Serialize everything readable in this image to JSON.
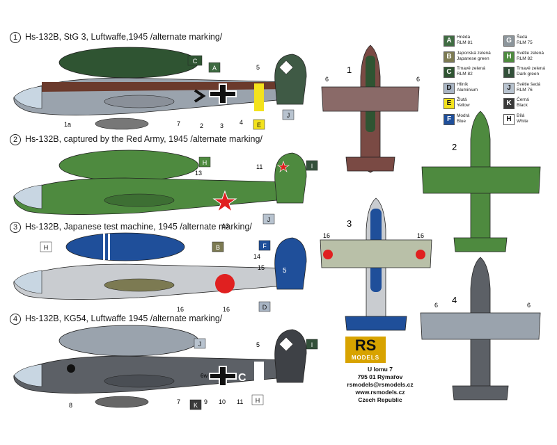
{
  "profiles": [
    {
      "num": "1",
      "title": "Hs-132B, StG 3, Luftwaffe,1945 /alternate marking/"
    },
    {
      "num": "2",
      "title": "Hs-132B, captured by the Red Army, 1945 /alternate marking/"
    },
    {
      "num": "3",
      "title": "Hs-132B, Japanese test machine, 1945 /alternate marking/"
    },
    {
      "num": "4",
      "title": "Hs-132B, KG54, Luftwaffe 1945 /alternate marking/"
    }
  ],
  "legend": [
    {
      "code": "A",
      "l1": "Hnědá",
      "l2": "RLM 81",
      "color": "#3f6b42"
    },
    {
      "code": "G",
      "l1": "Šedá",
      "l2": "RLM 75",
      "color": "#8c959b"
    },
    {
      "code": "B",
      "l1": "Japonská zelená",
      "l2": "Japanese green",
      "color": "#7c7a52"
    },
    {
      "code": "H",
      "l1": "Světle zelená",
      "l2": "RLM 82",
      "color": "#4e8a3f"
    },
    {
      "code": "C",
      "l1": "Tmavě zelená",
      "l2": "RLM 82",
      "color": "#2f5432"
    },
    {
      "code": "I",
      "l1": "Tmavě zelená",
      "l2": "Dark green",
      "color": "#33503a"
    },
    {
      "code": "D",
      "l1": "Hliník",
      "l2": "Aluminium",
      "color": "#a9b5c4"
    },
    {
      "code": "J",
      "l1": "Světle šedá",
      "l2": "RLM 76",
      "color": "#b8c3cf"
    },
    {
      "code": "E",
      "l1": "Žlutá",
      "l2": "Yellow",
      "color": "#f3e21c"
    },
    {
      "code": "K",
      "l1": "Černá",
      "l2": "Black",
      "color": "#3a3a3a"
    },
    {
      "code": "F",
      "l1": "Modrá",
      "l2": "Blue",
      "color": "#1f4f9a"
    },
    {
      "code": "H",
      "l1": "Bílá",
      "l2": "White",
      "color": "#ffffff"
    }
  ],
  "callouts": {
    "p1": [
      "1a",
      "2",
      "3",
      "4",
      "5",
      "6",
      "6",
      "7"
    ],
    "p2": [
      "11",
      "13",
      "13"
    ],
    "p3": [
      "14",
      "15",
      "16",
      "16",
      "16",
      "16"
    ],
    "p4": [
      "5",
      "6",
      "6",
      "6w",
      "7",
      "8",
      "9",
      "10",
      "11"
    ]
  },
  "plan_labels": [
    "1",
    "2",
    "3",
    "4"
  ],
  "brand": {
    "rs": "RS",
    "models": "MODELS"
  },
  "address": [
    "U lomu 7",
    "795 01 Rýmařov",
    "rsmodels@rsmodels.cz",
    "www.rsmodels.cz",
    "Czech Republic"
  ],
  "tail_code_p3": "5",
  "fuselage_code_p4": "C"
}
